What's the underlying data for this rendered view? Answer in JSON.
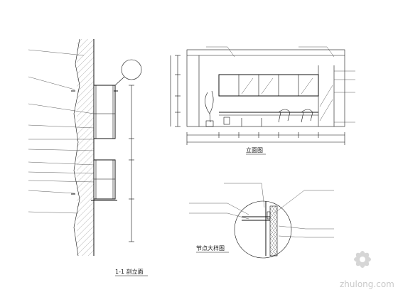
{
  "titles": {
    "section": "1-1 剖立面",
    "elevation": "立面图",
    "detail": "节点大样图"
  },
  "watermark": {
    "text": "zhulong.com",
    "color": "#c9c9c9"
  },
  "colors": {
    "line": "#111111",
    "hatch": "#555555",
    "background": "#ffffff"
  }
}
